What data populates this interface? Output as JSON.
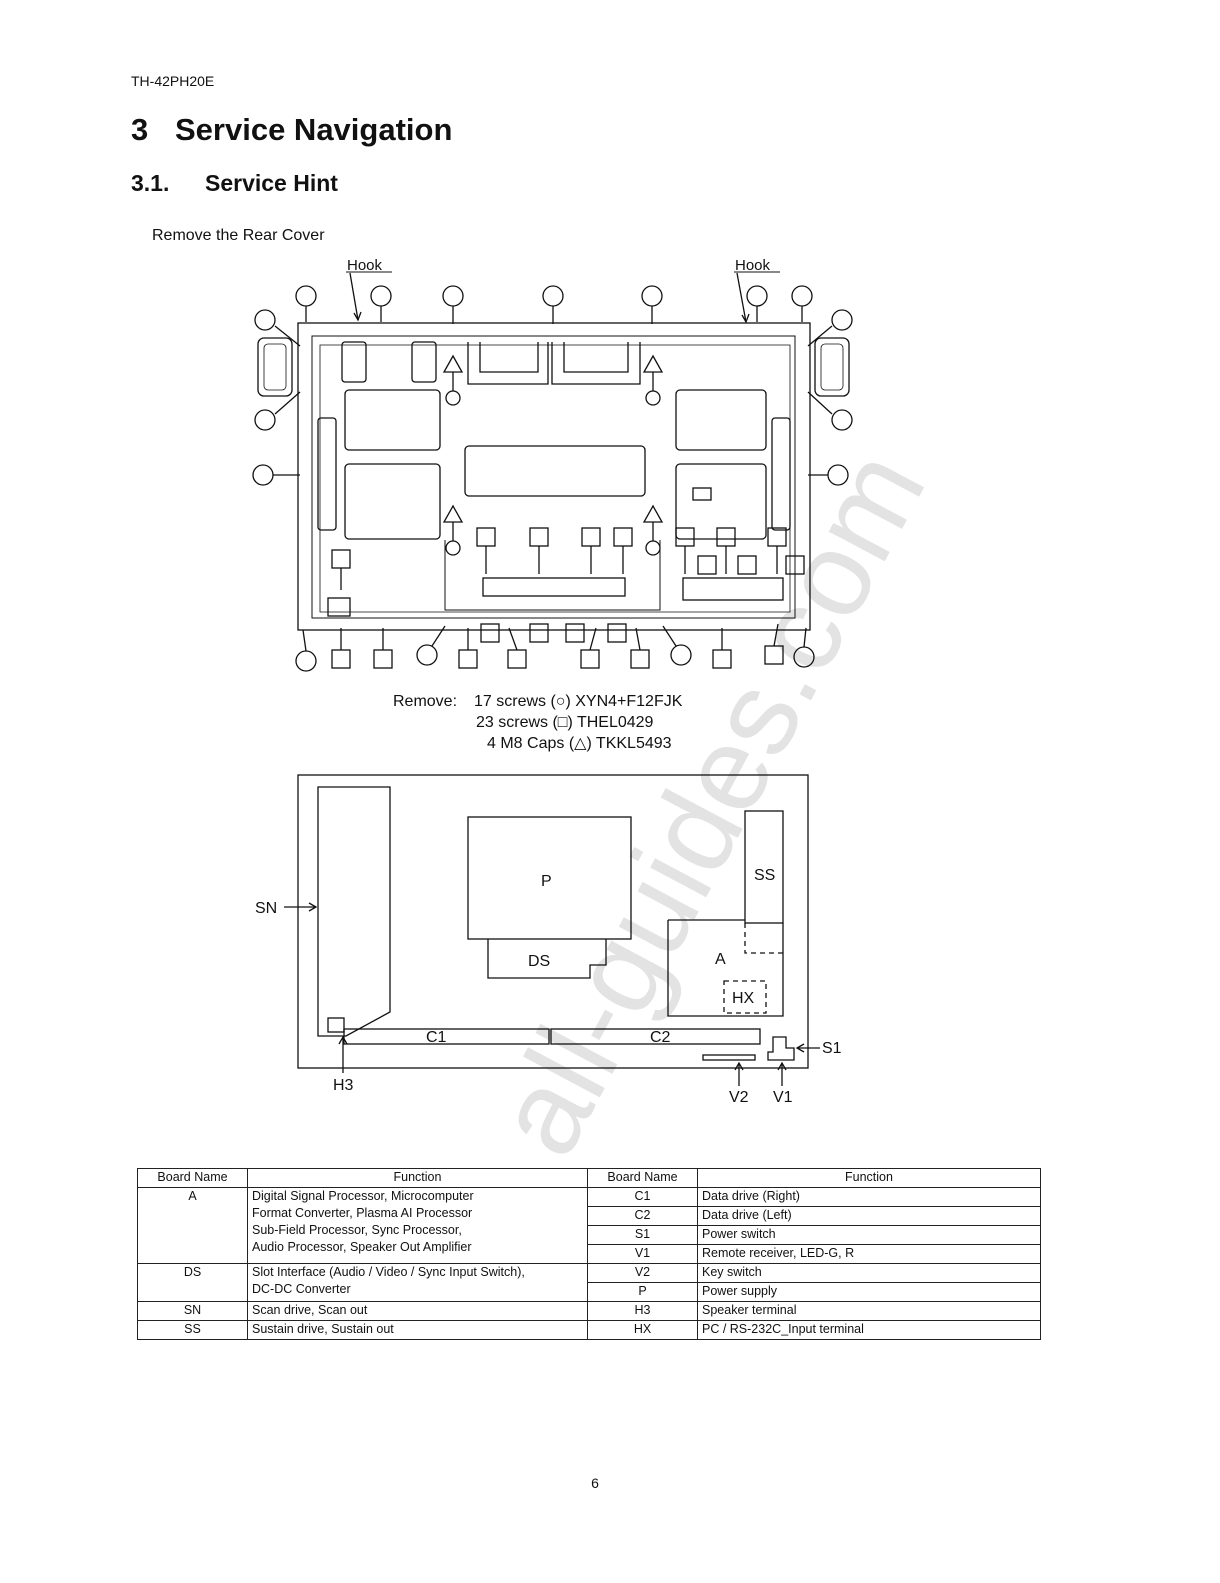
{
  "header": {
    "model": "TH-42PH20E",
    "section_number": "3",
    "section_title": "Service Navigation",
    "subsection_number": "3.1.",
    "subsection_title": "Service Hint"
  },
  "intro": "Remove the Rear Cover",
  "rear_cover_diagram": {
    "hook_label": "Hook",
    "remove_label": "Remove:",
    "remove_items": [
      "17 screws (○) XYN4+F12FJK",
      "23 screws (□) THEL0429",
      "4 M8 Caps (△) TKKL5493"
    ]
  },
  "board_diagram": {
    "labels": {
      "sn": "SN",
      "p": "P",
      "ss": "SS",
      "ds": "DS",
      "a": "A",
      "hx": "HX",
      "c1": "C1",
      "c2": "C2",
      "s1": "S1",
      "h3": "H3",
      "v2": "V2",
      "v1": "V1"
    }
  },
  "watermark": "all-guides.com",
  "table": {
    "headers": [
      "Board Name",
      "Function",
      "Board Name",
      "Function"
    ],
    "left": [
      {
        "board": "A",
        "function_lines": [
          "Digital Signal Processor, Microcomputer",
          "Format Converter, Plasma AI Processor",
          "Sub-Field Processor, Sync Processor,",
          "Audio Processor, Speaker Out Amplifier"
        ]
      },
      {
        "board": "DS",
        "function_lines": [
          "Slot Interface (Audio / Video / Sync Input Switch),",
          "DC-DC Converter"
        ]
      },
      {
        "board": "SN",
        "function_lines": [
          "Scan drive, Scan out"
        ]
      },
      {
        "board": "SS",
        "function_lines": [
          "Sustain drive, Sustain out"
        ]
      }
    ],
    "right": [
      {
        "board": "C1",
        "function": "Data drive (Right)"
      },
      {
        "board": "C2",
        "function": "Data drive (Left)"
      },
      {
        "board": "S1",
        "function": "Power switch"
      },
      {
        "board": "V1",
        "function": "Remote receiver, LED-G, R"
      },
      {
        "board": "V2",
        "function": "Key switch"
      },
      {
        "board": "P",
        "function": "Power supply"
      },
      {
        "board": "H3",
        "function": "Speaker terminal"
      },
      {
        "board": "HX",
        "function": "PC / RS-232C_Input terminal"
      }
    ]
  },
  "page_number": "6"
}
